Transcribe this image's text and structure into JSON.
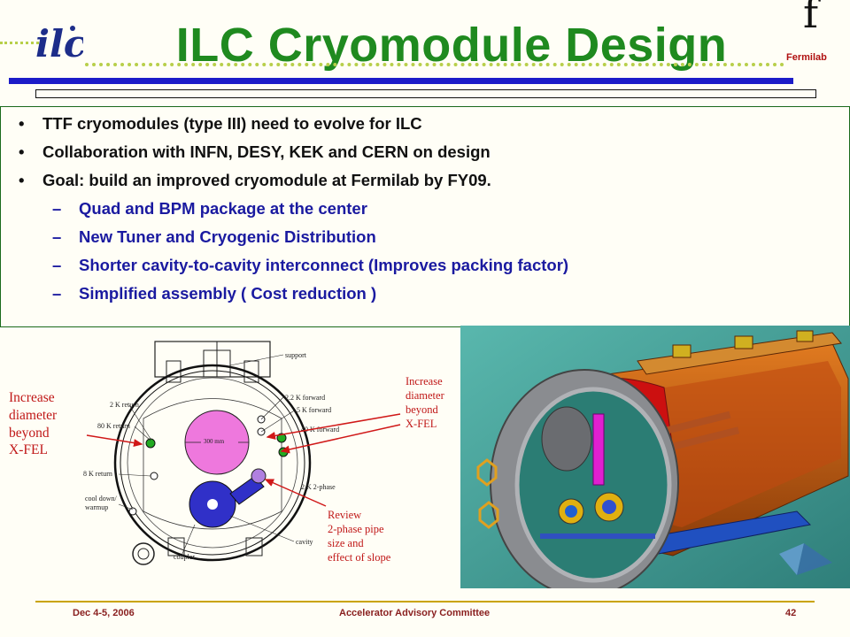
{
  "header": {
    "title": "ILC Cryomodule Design",
    "logo_text": "ilc",
    "fermilab_mark": "f",
    "fermilab_label": "Fermilab"
  },
  "bullets": [
    "TTF cryomodules (type III) need to evolve for ILC",
    "Collaboration with INFN, DESY, KEK and CERN on design",
    "Goal: build an improved cryomodule at Fermilab by FY09."
  ],
  "bullet_marker": "•",
  "sub_marker": "–",
  "sub_bullets": [
    "Quad and BPM package at the center",
    "New Tuner and Cryogenic Distribution",
    "Shorter cavity-to-cavity interconnect (Improves packing factor)",
    "Simplified assembly ( Cost reduction )"
  ],
  "annotations": {
    "left": [
      "Increase",
      "diameter",
      "beyond",
      "X-FEL"
    ],
    "right": [
      "Increase",
      "diameter",
      "beyond",
      "X-FEL"
    ],
    "review": [
      "Review",
      "2-phase pipe",
      "size and",
      "effect of slope"
    ]
  },
  "diagram": {
    "labels": {
      "support": "support",
      "k22_forward": "2.2 K forward",
      "k5_forward": "5 K forward",
      "k40_forward": "40 K forward",
      "k2_return": "2 K return",
      "k80_return": "80 K return",
      "k8_return": "8 K return",
      "cool_down": "cool down/",
      "warmup": "warmup",
      "beam_pipe": "300 mm",
      "k2_phase": "2 K 2-phase",
      "cavity": "cavity",
      "coupler": "coupler"
    }
  },
  "footer": {
    "date": "Dec 4-5, 2006",
    "center": "Accelerator Advisory Committee",
    "page": "42"
  },
  "colors": {
    "title_green": "#1f8a1f",
    "accent_blue": "#1c1cc8",
    "note_red": "#c01818",
    "footer_gold": "#c9a400"
  }
}
